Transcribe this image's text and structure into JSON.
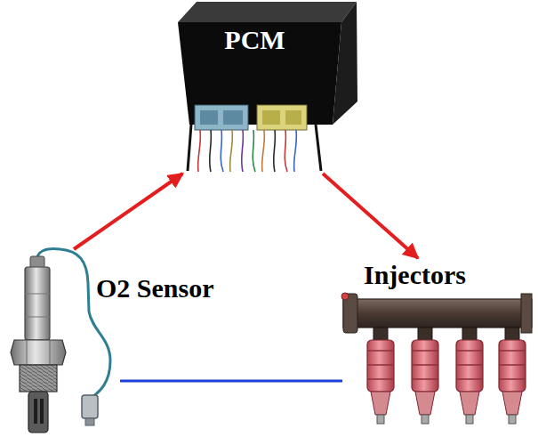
{
  "diagram": {
    "nodes": [
      {
        "text": [
          "PCM"
        ]
      },
      {
        "text": [
          "O2 Sensor"
        ]
      },
      {
        "text": [
          "Injectors"
        ]
      }
    ],
    "edges": [
      {
        "from": 1,
        "to": 0,
        "arrow": "to"
      },
      {
        "from": 0,
        "to": 2,
        "arrow": "to"
      },
      {
        "from": 1,
        "to": 2,
        "arrow": "none"
      }
    ]
  }
}
